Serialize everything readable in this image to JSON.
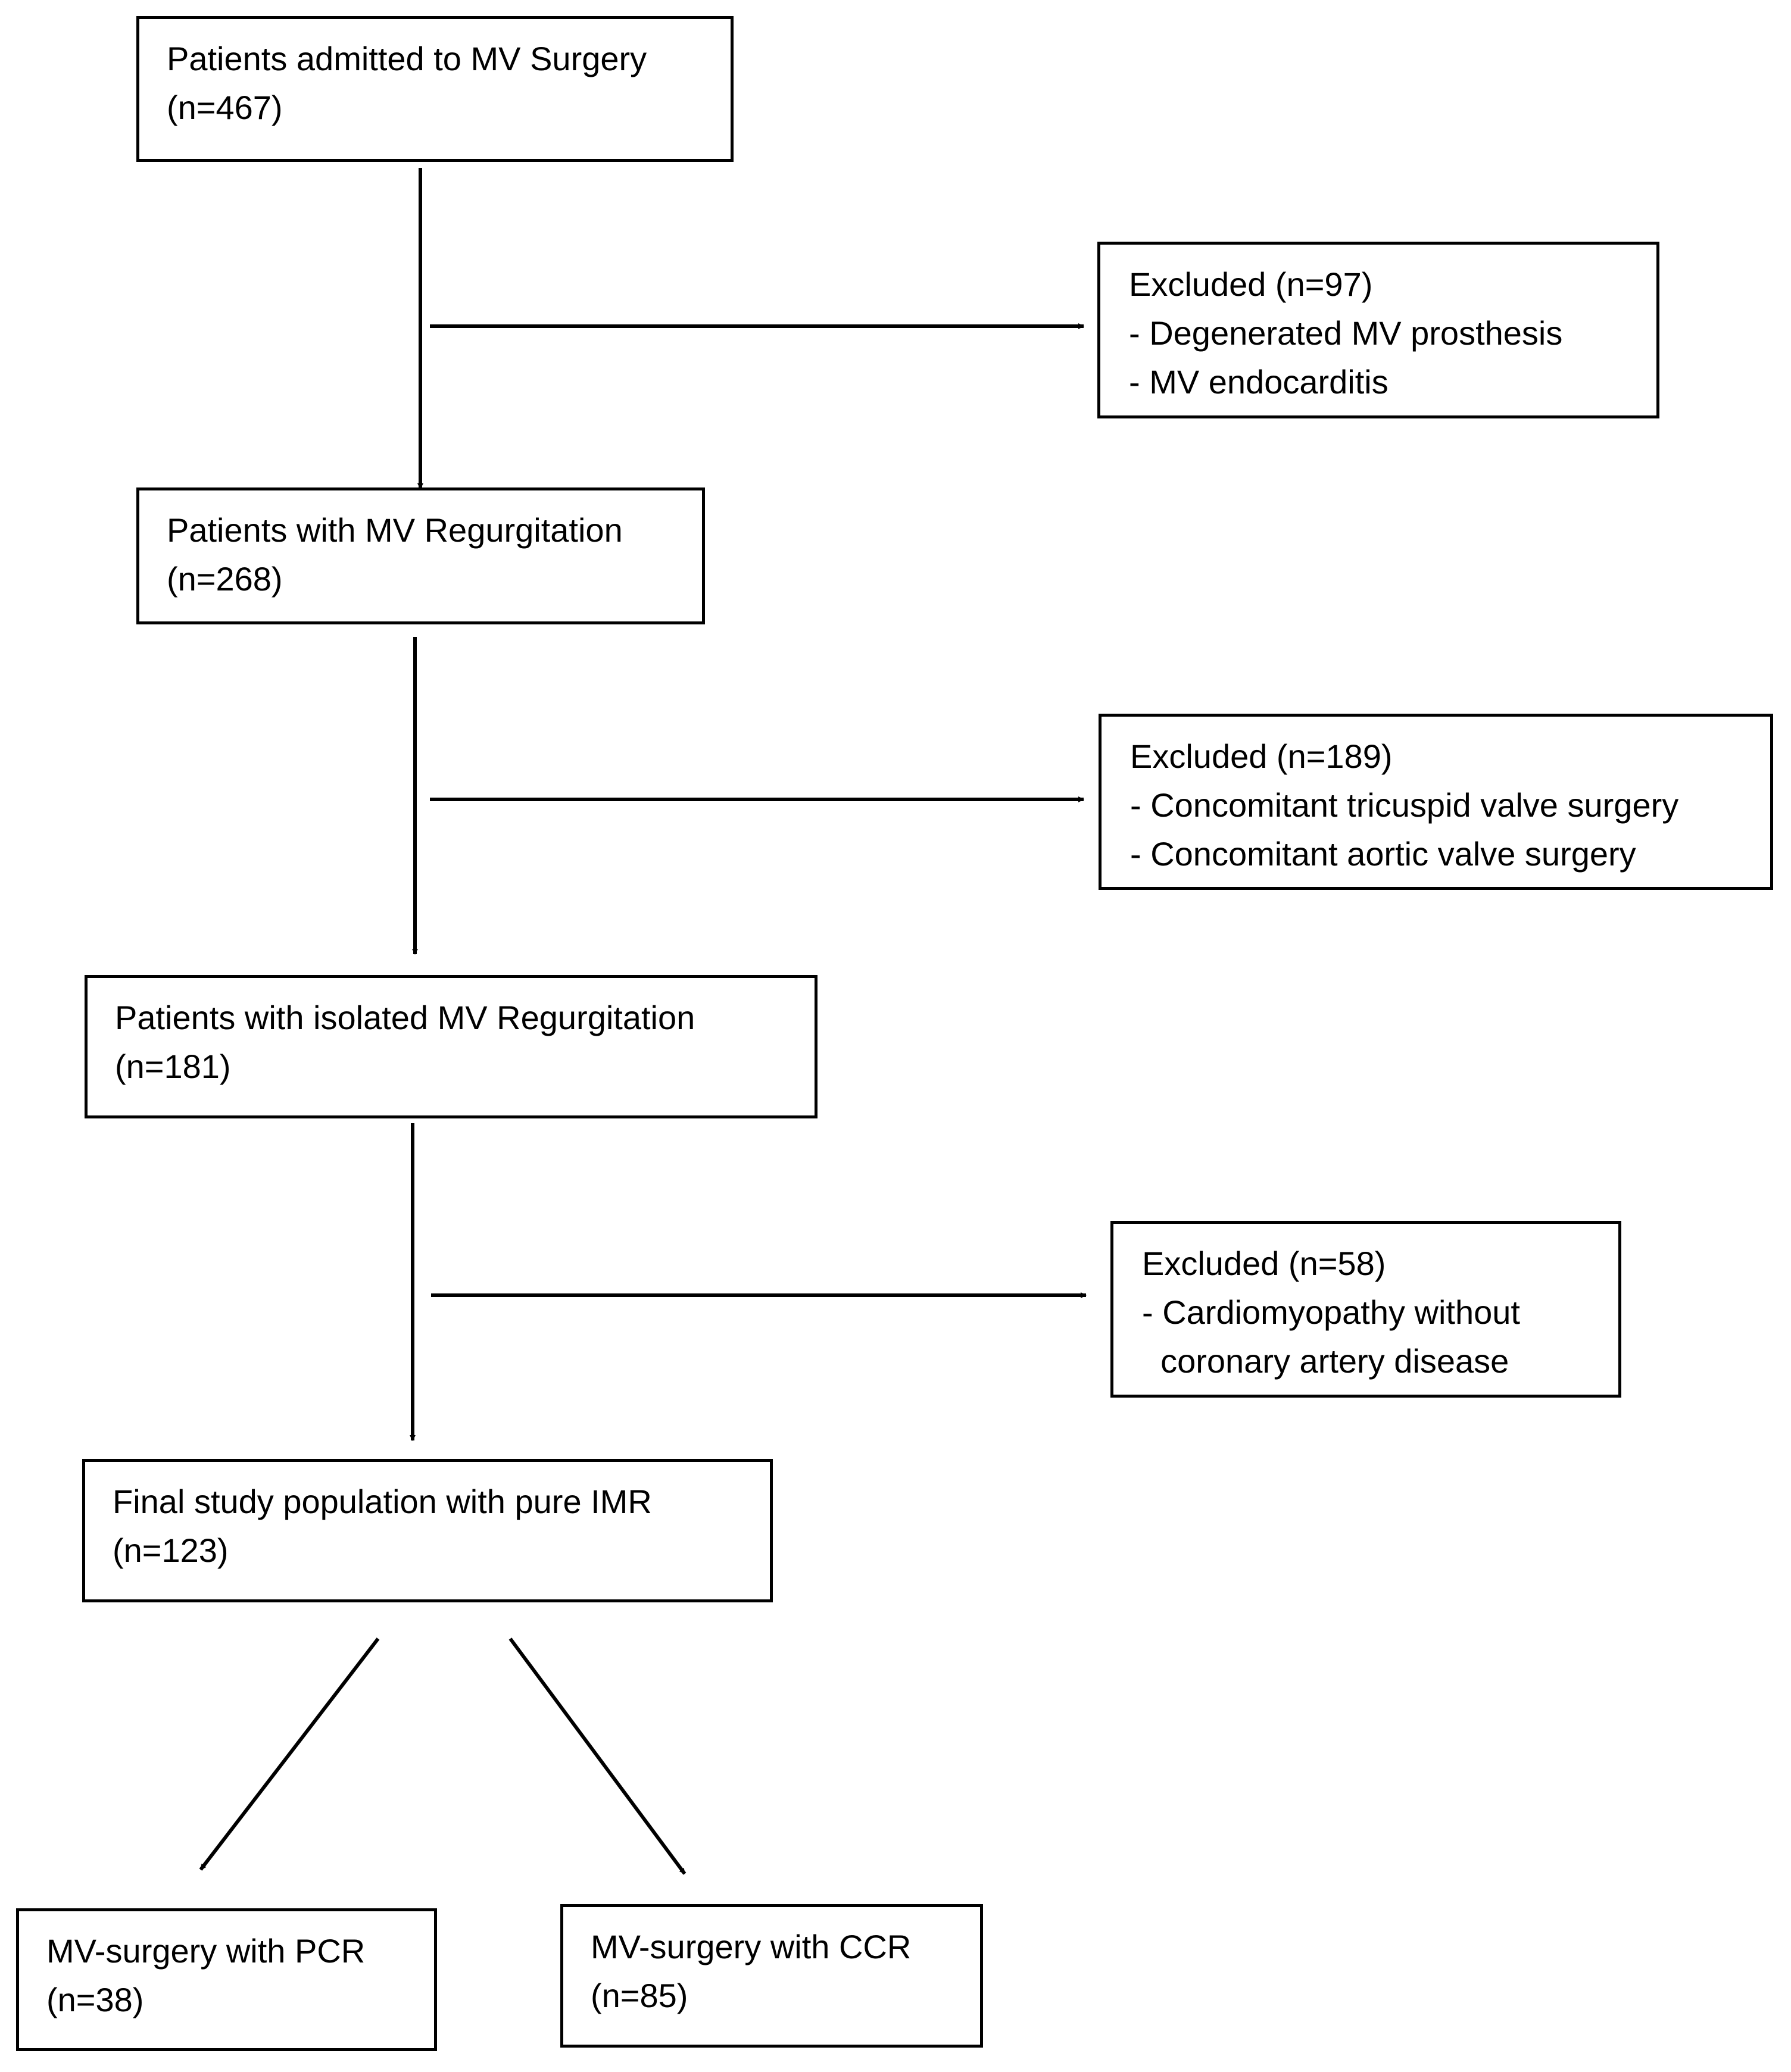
{
  "boxes": {
    "admitted": {
      "title": "Patients admitted to MV Surgery",
      "n": " (n=467)"
    },
    "excluded1": {
      "title": "Excluded (n=97)",
      "items": [
        "- Degenerated MV prosthesis",
        "- MV endocarditis"
      ]
    },
    "regurgitation": {
      "title": "Patients with MV Regurgitation",
      "n": "(n=268)"
    },
    "excluded2": {
      "title": "Excluded (n=189)",
      "items": [
        "- Concomitant tricuspid valve surgery",
        "- Concomitant aortic valve surgery"
      ]
    },
    "isolated": {
      "title": "Patients with isolated MV Regurgitation",
      "n": "(n=181)"
    },
    "excluded3": {
      "title": "Excluded (n=58)",
      "items": [
        "- Cardiomyopathy without",
        "  coronary artery disease"
      ]
    },
    "final": {
      "title": "Final study population with pure IMR",
      "n": "(n=123)"
    },
    "pcr": {
      "title": "MV-surgery with PCR",
      "n": "(n=38)"
    },
    "ccr": {
      "title": "MV-surgery with CCR",
      "n": "(n=85)"
    }
  }
}
